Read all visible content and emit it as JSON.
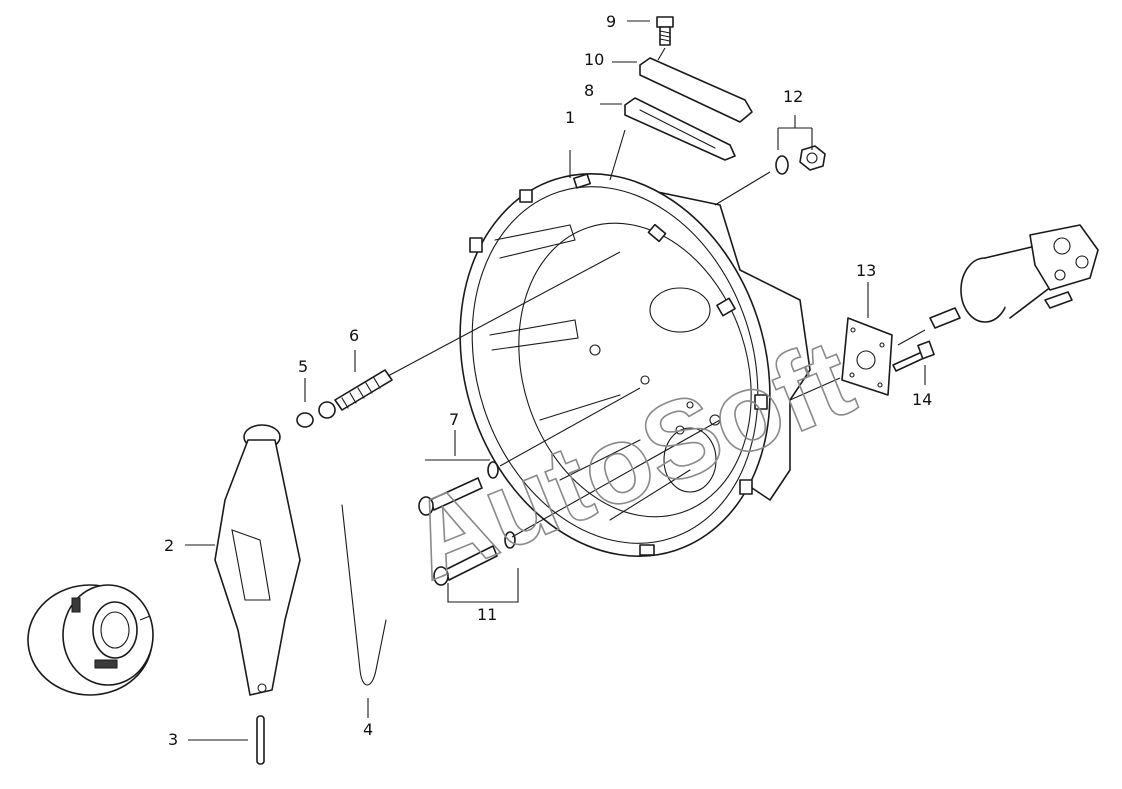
{
  "callouts": {
    "c1": "1",
    "c2": "2",
    "c3": "3",
    "c4": "4",
    "c5": "5",
    "c6": "6",
    "c7": "7",
    "c8": "8",
    "c9": "9",
    "c10": "10",
    "c11": "11",
    "c12": "12",
    "c13": "13",
    "c14": "14"
  },
  "watermark": "AutoSoft",
  "parts": [
    "clutch-housing",
    "release-fork",
    "pin",
    "spring-clip",
    "ball-cap",
    "spring",
    "bolt-with-washer",
    "gasket",
    "bolt",
    "cover-plate",
    "bolts-with-washers",
    "nut-and-washer",
    "flange-plate",
    "bolt",
    "release-bearing",
    "slave-cylinder"
  ]
}
